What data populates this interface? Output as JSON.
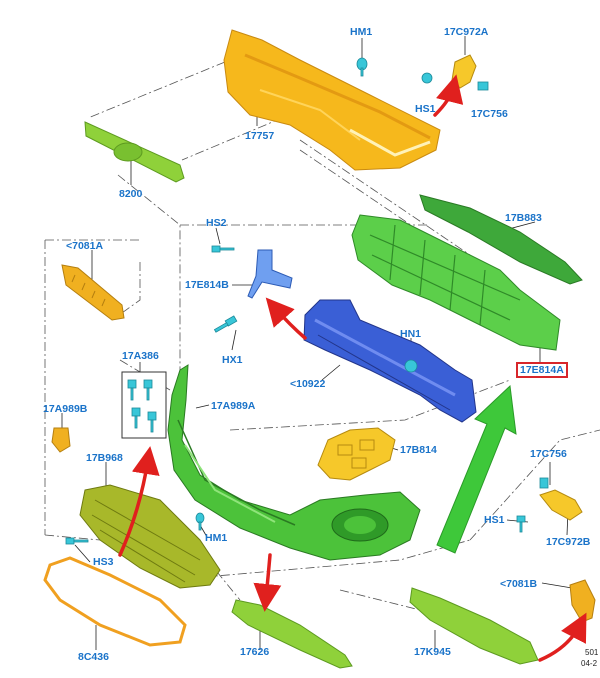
{
  "labels": {
    "hm1_top": "HM1",
    "c972a_top": "17C972A",
    "hs1_top": "HS1",
    "c756_top": "17C756",
    "p17757": "17757",
    "p8200": "8200",
    "p17b883": "17B883",
    "hs2": "HS2",
    "p7081a": "<7081A",
    "e814b": "17E814B",
    "hx1": "HX1",
    "hn1": "HN1",
    "p10922": "<10922",
    "e814a": "17E814A",
    "a386": "17A386",
    "a989b": "17A989B",
    "a989a": "17A989A",
    "b968": "17B968",
    "b814": "17B814",
    "c756_right": "17C756",
    "hs1_right": "HS1",
    "c972b": "17C972B",
    "hm1_bottom": "HM1",
    "hs3": "HS3",
    "p7081b": "<7081B",
    "c436": "8C436",
    "p17626": "17626",
    "k945": "17K945"
  },
  "footer": {
    "line1": "501",
    "line2": "04-2"
  },
  "colors": {
    "label": "#1a73c9",
    "highlight_box": "#d7262b",
    "arrow_red": "#e0201e",
    "arrow_green": "#3ec83a",
    "part_yellow": "#f6b81c",
    "part_green": "#4cc23a",
    "part_blue": "#3a5fd6",
    "part_olive": "#a8b82a",
    "fastener_cyan": "#38c6d8"
  }
}
